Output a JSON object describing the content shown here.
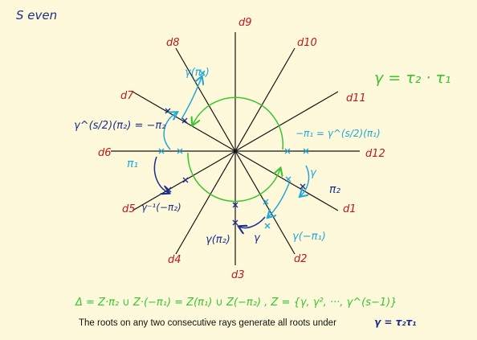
{
  "title": "S even",
  "ray_labels": [
    "d9",
    "d10",
    "d11",
    "d12",
    "d1",
    "d2",
    "d3",
    "d4",
    "d5",
    "d6",
    "d7",
    "d8"
  ],
  "gamma_def": "γ = τ₂ · τ₁",
  "annotations": {
    "gamma_pi1": "γ(π₁)",
    "gamma_half_pi2": "γ^(s/2)(π₂) = −π₂",
    "neg_pi1": "−π₁ = γ^(s/2)(π₁)",
    "pi1": "π₁",
    "gamma_inv_neg_pi2": "γ⁻¹(−π₂)",
    "pi2": "π₂",
    "gamma_right": "γ",
    "gamma_neg_pi1": "γ(−π₁)",
    "gamma_pi2": "γ(π₂)",
    "gamma_bottom": "γ"
  },
  "equation": "Δ = Z·π₂ ∪ Z·(−π₁) = Z(π₁) ∪ Z(−π₂)   ,   Z = {γ, γ², ···, γ^(s−1)}",
  "caption": "The roots on any two consecutive rays generate all roots under",
  "caption_gamma": "γ = τ₂τ₁",
  "colors": {
    "background": "#fdf9da",
    "ray_labels": "#c0161d",
    "blue": "#1d2e8c",
    "cyan": "#23a7d6",
    "green": "#38c530"
  }
}
